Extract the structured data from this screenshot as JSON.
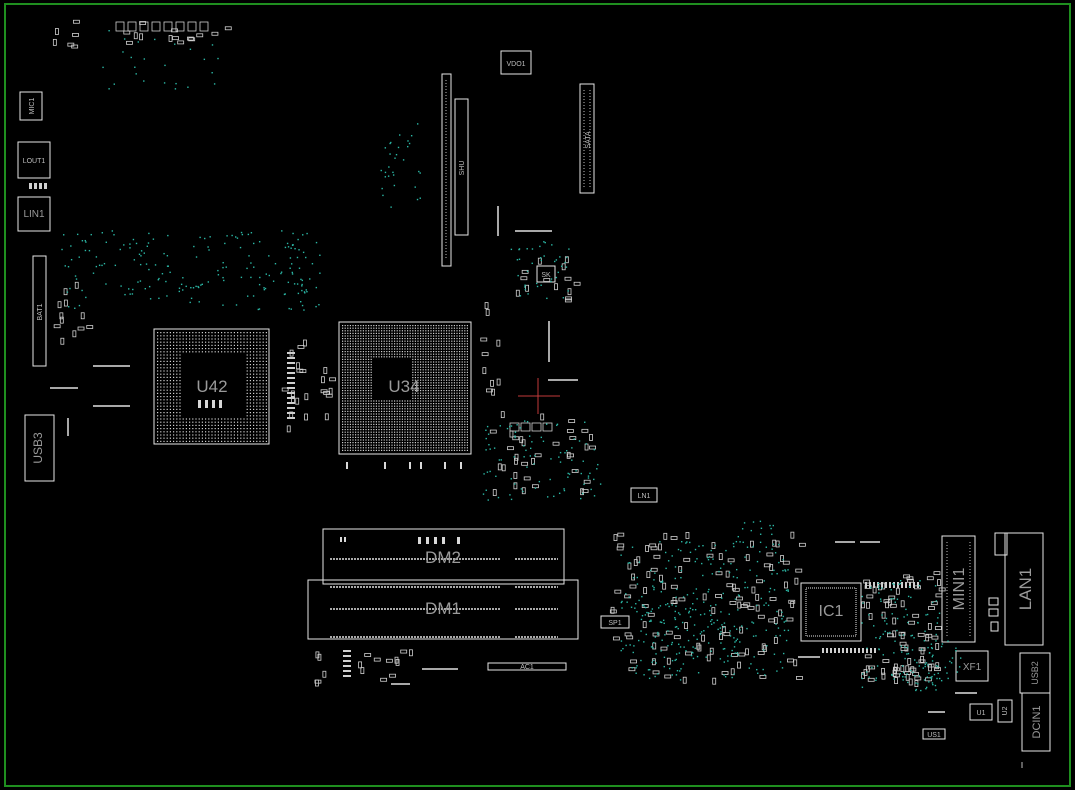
{
  "colors": {
    "background": "#000000",
    "board_outline": "#1f8f1f",
    "silkscreen": "#e6e6e6",
    "via": "#2bb8a6",
    "label": "#9a9a9a",
    "cursor": "#c23a3a"
  },
  "components": {
    "u42": "U42",
    "u34": "U34",
    "ic1": "IC1",
    "dm1": "DM1",
    "dm2": "DM2",
    "usb3": "USB3",
    "usb2": "USB2",
    "lan1": "LAN1",
    "mini1": "MINI1",
    "dcin1": "DCIN1",
    "xf1": "XF1",
    "lin1": "LIN1",
    "lout1": "LOUT1",
    "mic1": "MIC1",
    "shu": "SHU",
    "vdo1": "VDO1",
    "ln1": "LN1",
    "sata": "SATA",
    "bat1": "BAT1",
    "u1": "U1",
    "u2": "U2",
    "us1": "US1",
    "sk": "SK",
    "ac1": "AC1",
    "sp1": "SP1"
  }
}
